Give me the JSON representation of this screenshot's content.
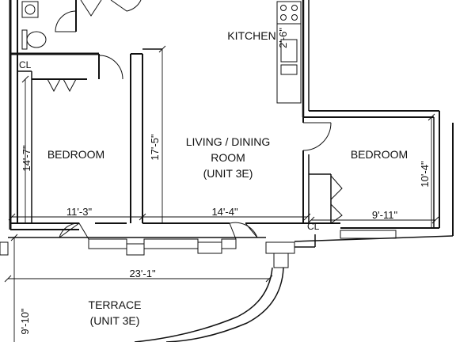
{
  "plan": {
    "rooms": {
      "kitchen": "KITCHEN",
      "bedroom_left": "BEDROOM",
      "bedroom_right": "BEDROOM",
      "living_line1": "LIVING / DINING",
      "living_line2": "ROOM",
      "living_line3": "(UNIT 3E)",
      "terrace_line1": "TERRACE",
      "terrace_line2": "(UNIT 3E)",
      "closet_left": "CL",
      "closet_right": "CL"
    },
    "dimensions": {
      "left_bedroom_width": "11'-3\"",
      "left_bedroom_depth": "14'-7\"",
      "living_width": "14'-4\"",
      "living_depth": "17'-5\"",
      "right_bedroom_width": "9'-11\"",
      "right_bedroom_depth": "10'-4\"",
      "overall_width": "23'-1\"",
      "terrace_depth": "9'-10\"",
      "kitchen_counter": "2'-6\""
    }
  }
}
